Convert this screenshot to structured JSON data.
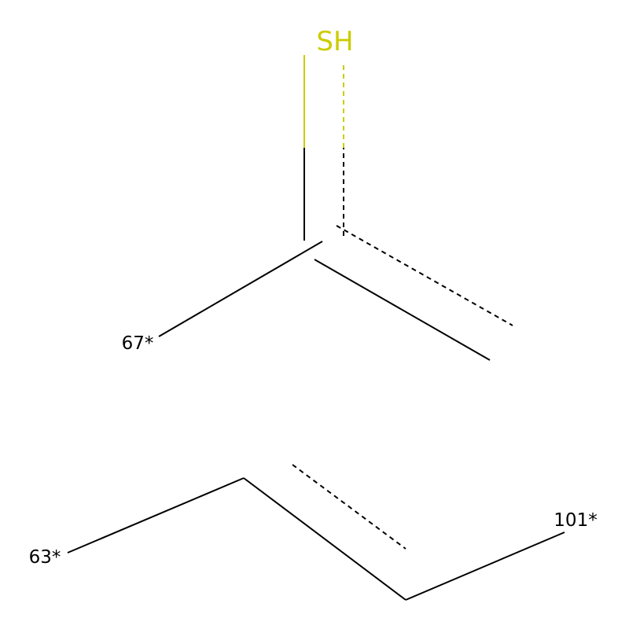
{
  "labels": {
    "sh": "SH",
    "r67": "67*",
    "r63": "63*",
    "r101": "101*"
  },
  "colors": {
    "bond": "#000000",
    "sulfur": "#cccc00",
    "background": "#ffffff"
  }
}
